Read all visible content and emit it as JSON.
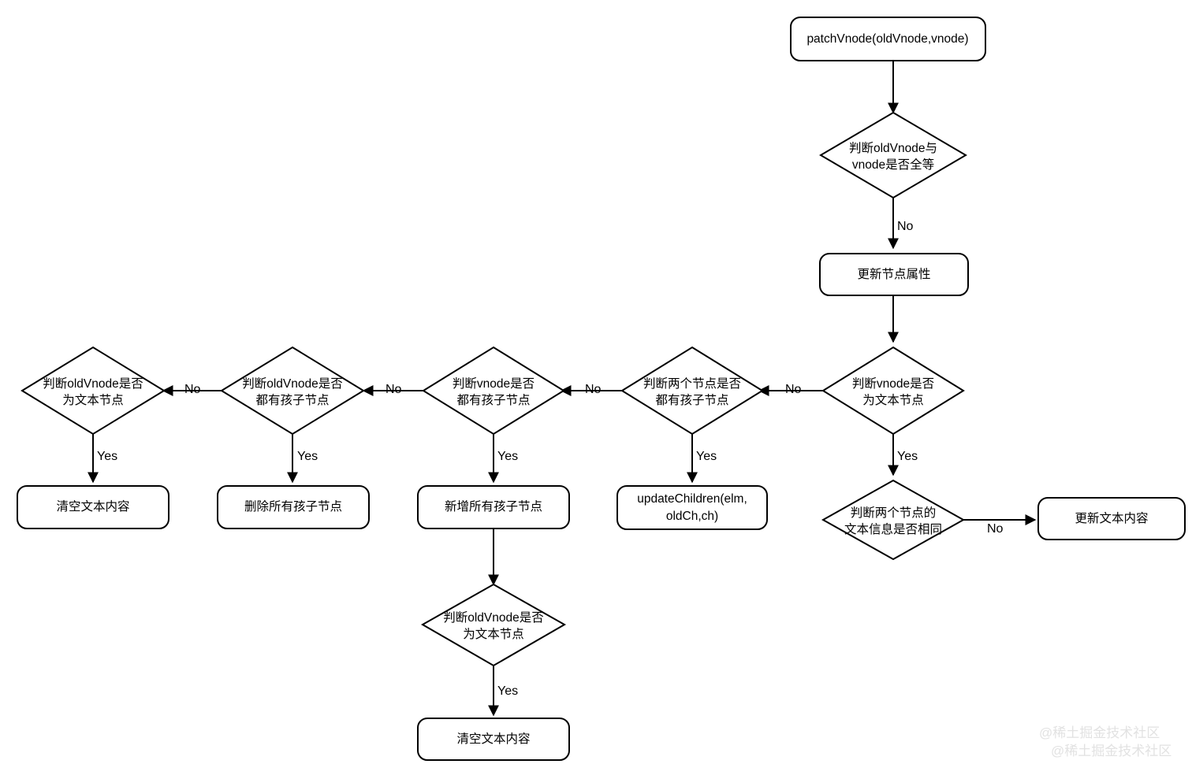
{
  "diagram": {
    "title": "patchVnode flowchart",
    "background_color": "#ffffff",
    "stroke_color": "#000000",
    "nodes": {
      "start": "patchVnode(oldVnode,vnode)",
      "d_same": "判断oldVnode与",
      "d_same_line2": "vnode是否全等",
      "update_props": "更新节点属性",
      "d_vnode_text": "判断vnode是否",
      "d_vnode_text_line2": "为文本节点",
      "d_text_same": "判断两个节点的",
      "d_text_same_line2": "文本信息是否相同",
      "update_text": "更新文本内容",
      "d_both_children": "判断两个节点是否",
      "d_both_children_line2": "都有孩子节点",
      "update_children": "updateChildren(elm,",
      "update_children_line2": "oldCh,ch)",
      "d_vnode_children": "判断vnode是否",
      "d_vnode_children_line2": "都有孩子节点",
      "add_children": "新增所有孩子节点",
      "d_oldvnode_text_mid": "判断oldVnode是否",
      "d_oldvnode_text_mid_line2": "为文本节点",
      "clear_text_mid": "清空文本内容",
      "d_oldvnode_children": "判断oldVnode是否",
      "d_oldvnode_children_line2": "都有孩子节点",
      "remove_children": "删除所有孩子节点",
      "d_oldvnode_text_left": "判断oldVnode是否",
      "d_oldvnode_text_left_line2": "为文本节点",
      "clear_text_left": "清空文本内容"
    },
    "edge_labels": {
      "no_1": "No",
      "no_2": "No",
      "no_3": "No",
      "no_4": "No",
      "no_5": "No",
      "no_6": "No",
      "yes_1": "Yes",
      "yes_2": "Yes",
      "yes_3": "Yes",
      "yes_4": "Yes",
      "yes_5": "Yes",
      "yes_6": "Yes"
    }
  },
  "watermark": {
    "line1": "@稀土掘金技术社区",
    "line2": "@稀土掘金技术社区"
  }
}
